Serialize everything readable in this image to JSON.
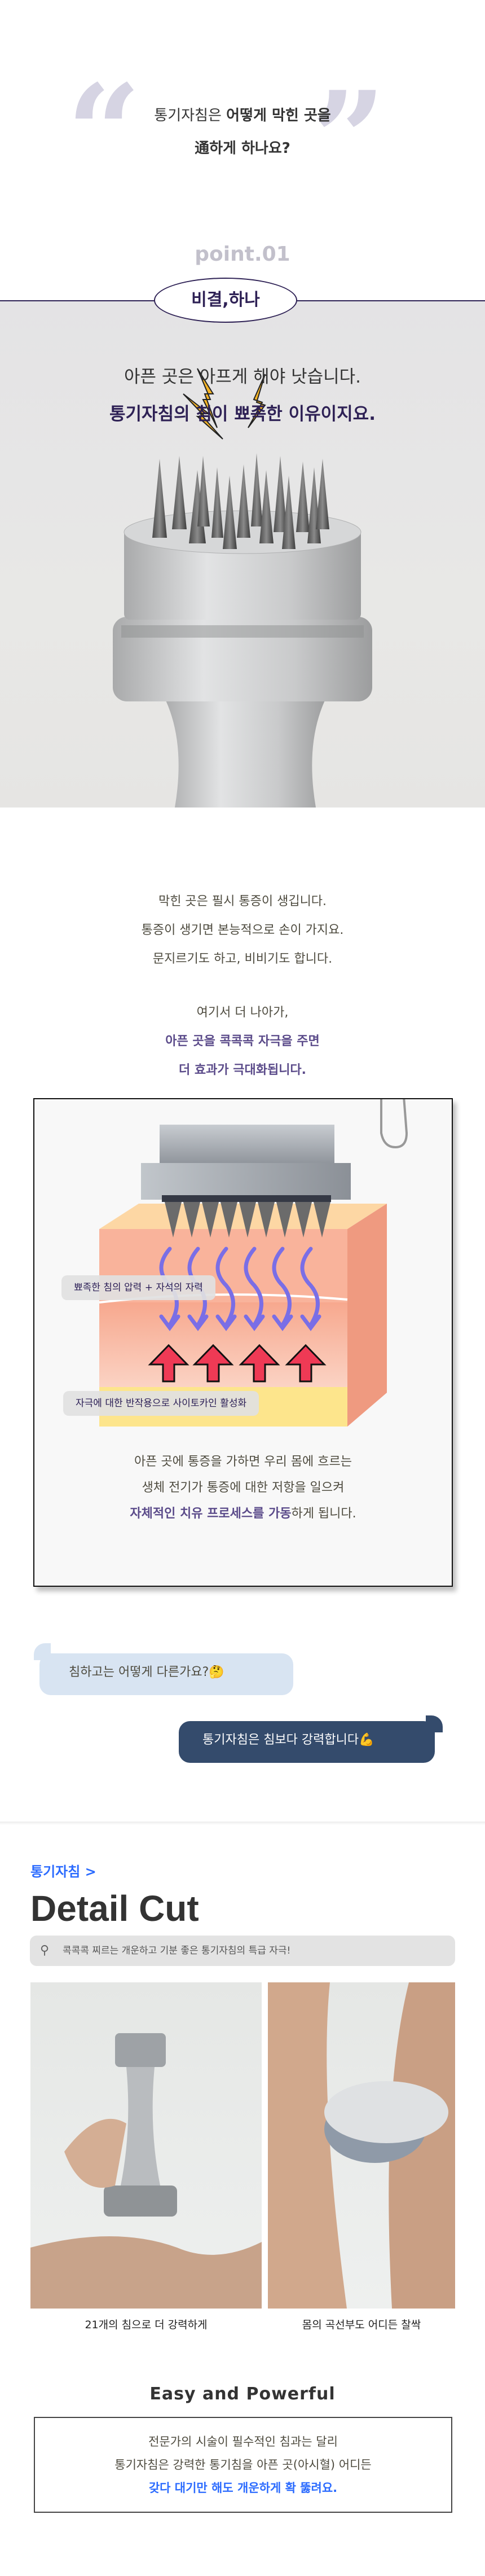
{
  "intro": {
    "line1_normal": "통기자침은 ",
    "line1_bold": "어떻게 막힌 곳을",
    "line2": "通하게 하나요?",
    "open_quote": "“",
    "close_quote": "”"
  },
  "point": {
    "label": "point.01",
    "pill": "비결,하나",
    "headline1": "아픈 곳은 아프게 해야 낫습니다.",
    "headline2": "통기자침의 침이 뾰족한 이유이지요."
  },
  "explain": {
    "lines": [
      "막힌 곳은 필시 통증이 생깁니다.",
      "통증이 생기면 본능적으로 손이 가지요.",
      "문지르기도 하고, 비비기도 합니다."
    ],
    "lead": "여기서 더 나아가,",
    "highlight": [
      "아픈 곳을 콕콕콕 자극을 주면",
      "더 효과가 극대화됩니다."
    ]
  },
  "diagram": {
    "label_top": "뾰족한 침의 압력 + 자석의 자력",
    "label_bottom": "자극에 대한 반작용으로 사이토카인 활성화",
    "text1": "아픈 곳에 통증을 가하면 우리 몸에 흐르는",
    "text2": "생체 전기가 통증에 대한 저항을 일으켜",
    "text3_highlight": "자체적인 치유 프로세스를 가동",
    "text3_rest": "하게 됩니다."
  },
  "chat": {
    "question": "침하고는 어떻게 다른가요?",
    "question_emoji": "🤔",
    "answer": "통기자침은 침보다 강력합니다",
    "answer_emoji": "💪"
  },
  "detail": {
    "breadcrumb": "통기자침 >",
    "title": "Detail Cut",
    "search_text": "콕콕콕 찌르는 개운하고 기분 좋은 통기자침의 특급 자극!",
    "captions": [
      "21개의 침으로 더 강력하게",
      "몸의 곡선부도 어디든 찰싹"
    ]
  },
  "easy": {
    "title": "Easy and Powerful",
    "line1": "전문가의 시술이 필수적인 침과는 달리",
    "line2": "통기자침은 강력한 통기침을 아픈 곳(아시혈) 어디든",
    "line3": "갖다 대기만 해도 개운하게 확 뚫려요."
  },
  "colors": {
    "accent_purple": "#2e2155",
    "accent_blue": "#2b6bff",
    "bubble_light": "#d8e4f2",
    "bubble_dark": "#344b6c"
  }
}
